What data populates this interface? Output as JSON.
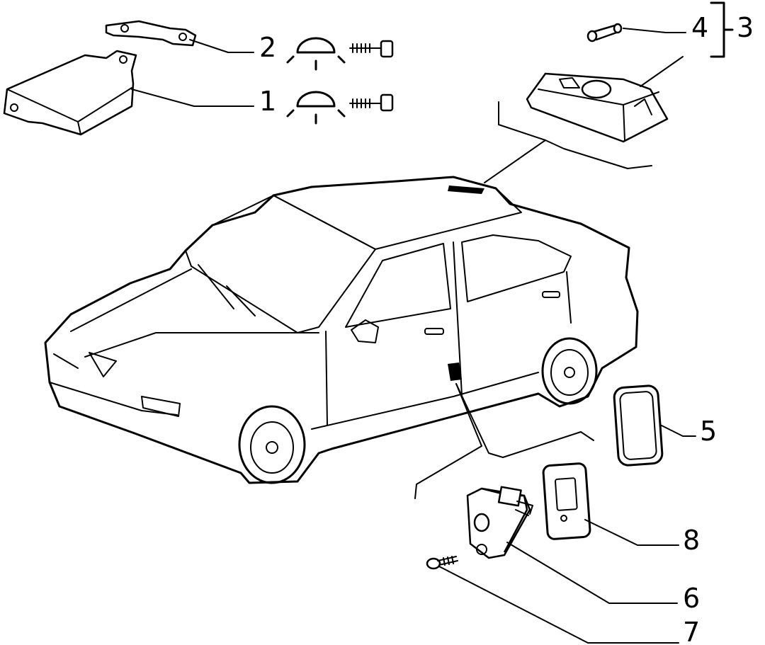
{
  "diagram": {
    "callouts": [
      {
        "id": "1",
        "text": "1"
      },
      {
        "id": "2",
        "text": "2"
      },
      {
        "id": "3",
        "text": "3"
      },
      {
        "id": "4",
        "text": "4"
      },
      {
        "id": "5",
        "text": "5"
      },
      {
        "id": "6",
        "text": "6"
      },
      {
        "id": "7",
        "text": "7"
      },
      {
        "id": "8",
        "text": "8"
      }
    ],
    "icons": [
      "courtesy-light-icon",
      "key-icon"
    ]
  }
}
